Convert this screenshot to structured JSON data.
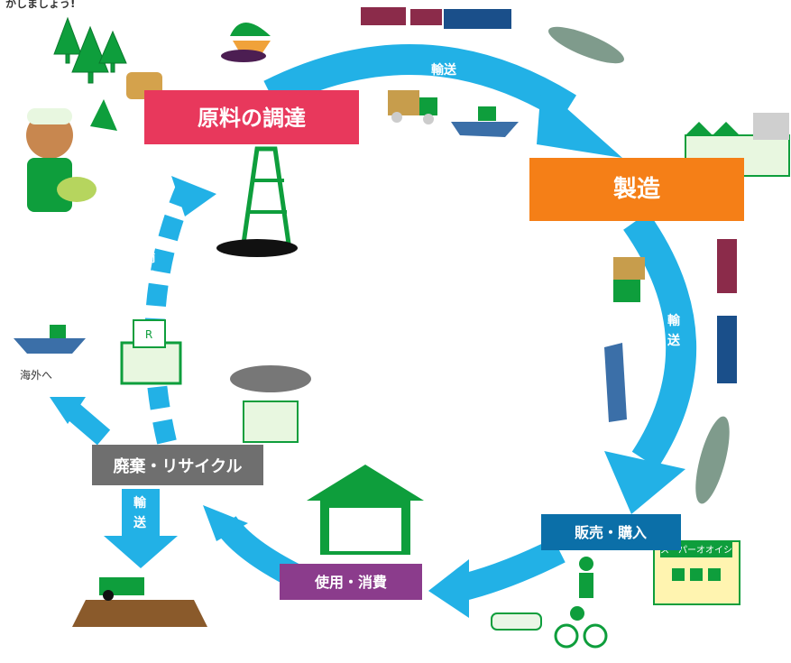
{
  "intro_text": "かしましょう!",
  "stages": {
    "raw": "原料の調達",
    "manufacture": "製造",
    "sales": "販売・購入",
    "use": "使用・消費",
    "disposal": "廃棄・リサイクル"
  },
  "transport_label": "輸送",
  "overseas_label": "海外へ",
  "store_sign": "スーパーオオイシ",
  "recycle_mark": "R",
  "colors": {
    "arrow": "#22b1e6",
    "raw_box": "#e8385c",
    "manufacture_box": "#f57f17",
    "sales_box": "#0b6fa8",
    "use_box": "#8b3c8c",
    "disposal_box": "#6f6f6f",
    "icon_green": "#0e9e3c"
  }
}
